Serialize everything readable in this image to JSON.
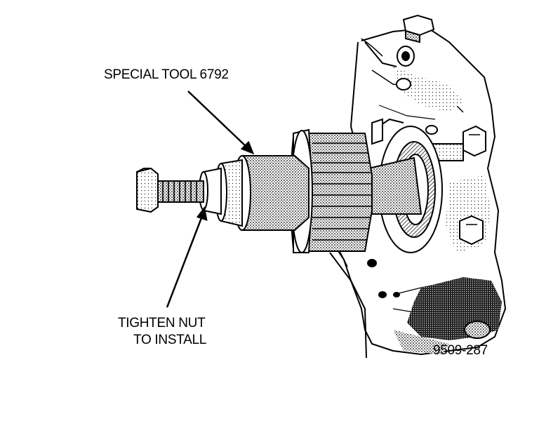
{
  "labels": {
    "special_tool": "SPECIAL TOOL 6792",
    "tighten_line1": "TIGHTEN NUT",
    "tighten_line2": "TO INSTALL",
    "figure_number": "9509-287"
  },
  "colors": {
    "ink": "#000000",
    "paper": "#ffffff",
    "shade": "#555555"
  }
}
